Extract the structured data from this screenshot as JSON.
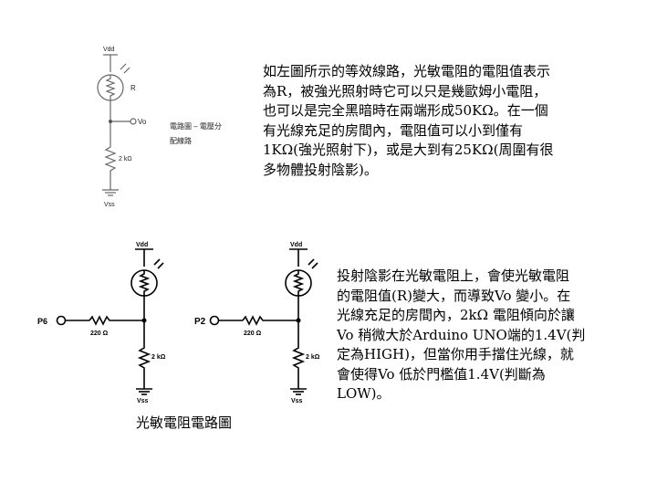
{
  "circuit_top": {
    "vdd": "Vdd",
    "vss": "Vss",
    "r_label": "R",
    "vo_label": "Vo",
    "r2_label": "2 kΩ",
    "caption_lines": [
      "電路圖 – 電壓分",
      "配線路"
    ]
  },
  "circuit_left": {
    "vdd": "Vdd",
    "vss": "Vss",
    "pin": "P6",
    "r220": "220 Ω",
    "r2k": "2 kΩ"
  },
  "circuit_right": {
    "vdd": "Vdd",
    "vss": "Vss",
    "pin": "P2",
    "r220": "220 Ω",
    "r2k": "2 kΩ"
  },
  "paragraph1": [
    "如左圖所示的等效線路，光敏電阻的電阻值表示",
    "為R，被強光照射時它可以只是幾歐姆小電阻，",
    "也可以是完全黑暗時在兩端形成50KΩ。在一個",
    "有光線充足的房間內，電阻值可以小到僅有",
    "1KΩ(強光照射下)，或是大到有25KΩ(周圍有很",
    "多物體投射陰影)。"
  ],
  "paragraph2": [
    "投射陰影在光敏電阻上，會使光敏電阻",
    "的電阻值(R)變大，而導致Vo 變小。在",
    "光線充足的房間內，2kΩ 電阻傾向於讓",
    "Vo 稍微大於Arduino UNO端的1.4V(判",
    "定為HIGH)，但當你用手擋住光線，就",
    "會使得Vo 低於門檻值1.4V(判斷為",
    "LOW)。"
  ],
  "caption_bottom": "光敏電阻電路圖"
}
